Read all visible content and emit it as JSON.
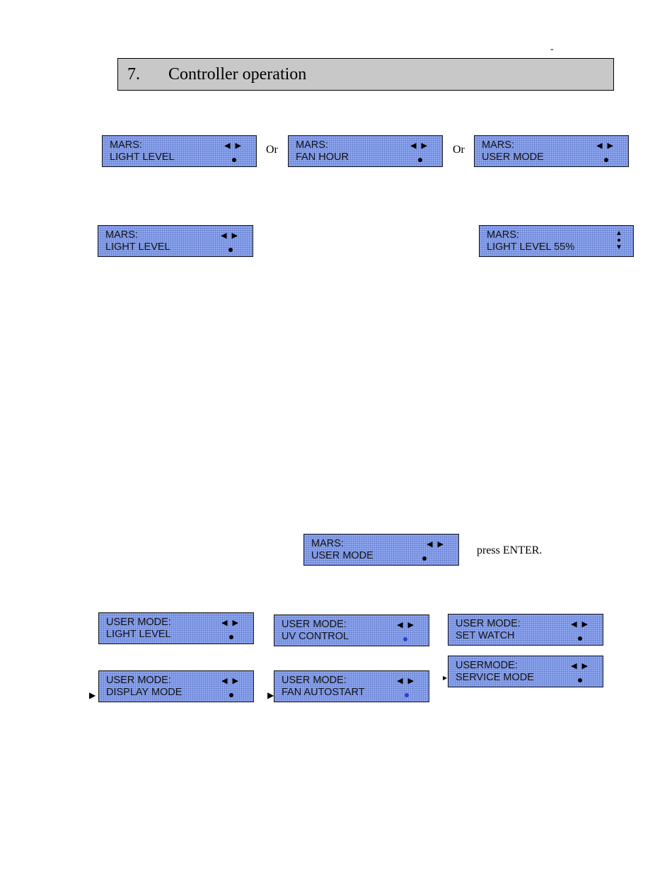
{
  "page": {
    "corner_mark": "-",
    "section": {
      "number": "7.",
      "title": "Controller operation"
    }
  },
  "separators": {
    "or": "Or"
  },
  "icons": {
    "left_right": "left-right-arrows",
    "up_down": "up-down-arrows",
    "enter_dot": "enter-dot"
  },
  "displays": {
    "menu_light_level": {
      "line1": "MARS:",
      "line2": "LIGHT LEVEL"
    },
    "menu_fan_hour": {
      "line1": "MARS:",
      "line2": "FAN HOUR"
    },
    "menu_user_mode": {
      "line1": "MARS:",
      "line2": "USER MODE"
    },
    "select_light_level": {
      "line1": "MARS:",
      "line2": "LIGHT LEVEL"
    },
    "light_level_value": {
      "line1": "MARS:",
      "line2": "LIGHT LEVEL 55%"
    },
    "enter_user_mode": {
      "line1": "MARS:",
      "line2": "USER MODE"
    },
    "um_light_level": {
      "line1": "USER MODE:",
      "line2": "LIGHT LEVEL"
    },
    "um_uv_control": {
      "line1": "USER MODE:",
      "line2": "UV CONTROL"
    },
    "um_set_watch": {
      "line1": "USER MODE:",
      "line2": "SET WATCH"
    },
    "um_display_mode": {
      "line1": "USER MODE:",
      "line2": "DISPLAY MODE"
    },
    "um_fan_autostart": {
      "line1": "USER MODE:",
      "line2": "FAN AUTOSTART"
    },
    "um_service_mode": {
      "line1": "USERMODE:",
      "line2": "SERVICE MODE"
    }
  },
  "instructions": {
    "press_enter": "press ENTER."
  },
  "colors": {
    "lcd_background": "#8fa8f2",
    "header_background": "#c8c8c8",
    "blue_dot": "#2a3fd6"
  }
}
